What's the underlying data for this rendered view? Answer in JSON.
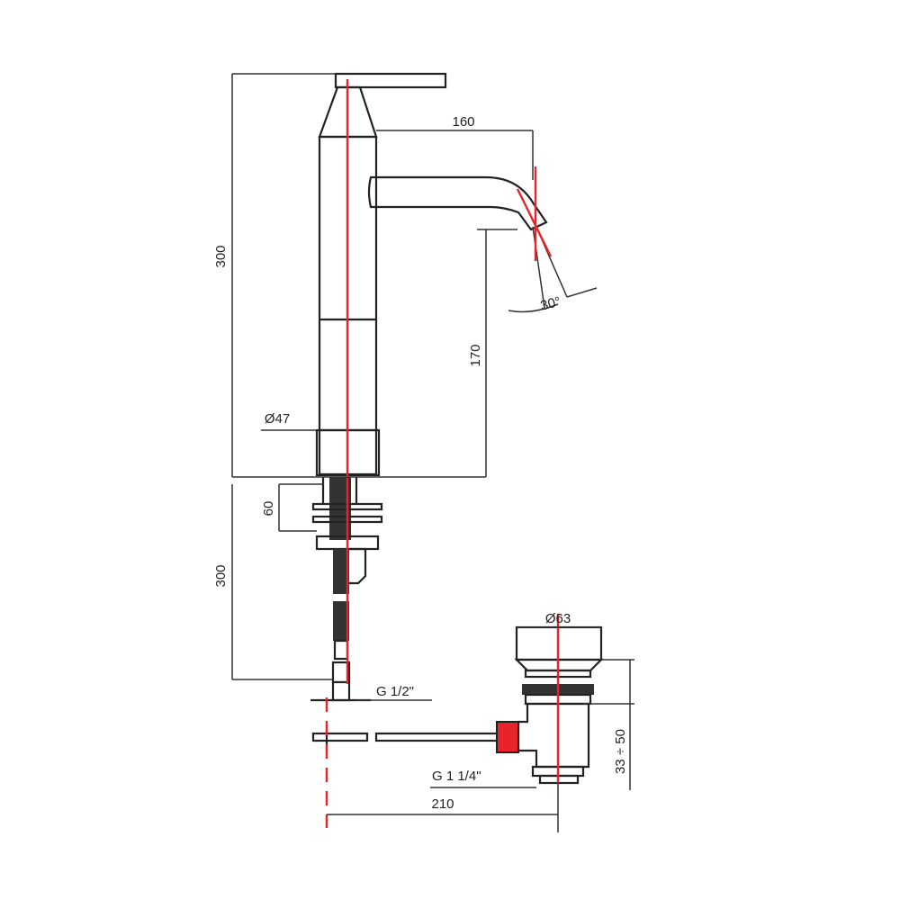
{
  "dimensions": {
    "overall_height": "300",
    "spout_reach": "160",
    "spout_angle": "30°",
    "spout_height": "170",
    "body_diameter": "Ø47",
    "deck_thickness": "60",
    "hose_length": "300",
    "supply_thread": "G 1/2\"",
    "waste_diameter": "Ø63",
    "waste_thread": "G 1 1/4\"",
    "waste_offset": "210",
    "waste_adjust": "33 ÷ 50"
  },
  "colors": {
    "line": "#222222",
    "axis": "#e8232a"
  }
}
